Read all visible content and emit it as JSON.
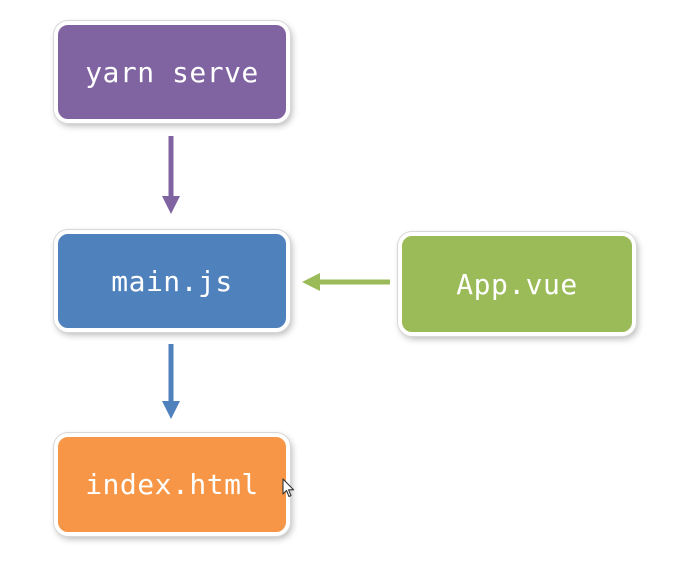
{
  "diagram": {
    "nodes": {
      "yarn_serve": {
        "label": "yarn serve",
        "color": "#8064a2"
      },
      "main_js": {
        "label": "main.js",
        "color": "#4f81bd"
      },
      "app_vue": {
        "label": "App.vue",
        "color": "#9bbb59"
      },
      "index_html": {
        "label": "index.html",
        "color": "#f79646"
      }
    },
    "edges": [
      {
        "from": "yarn_serve",
        "to": "main_js",
        "color": "#8064a2"
      },
      {
        "from": "app_vue",
        "to": "main_js",
        "color": "#9bbb59"
      },
      {
        "from": "main_js",
        "to": "index_html",
        "color": "#4f81bd"
      }
    ]
  }
}
